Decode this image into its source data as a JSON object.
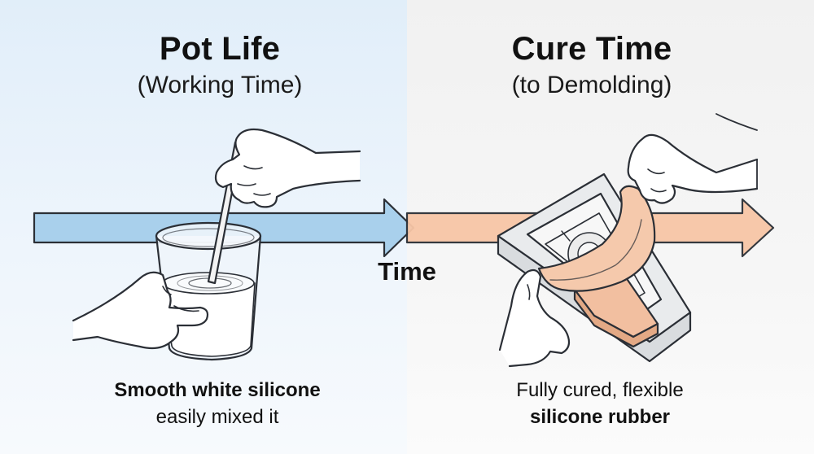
{
  "left": {
    "title": "Pot Life",
    "subtitle": "(Working Time)",
    "caption_line1": "Smooth white silicone",
    "caption_line2": "easily mixed it"
  },
  "right": {
    "title": "Cure Time",
    "subtitle": "(to Demolding)",
    "caption_line1": "Fully cured, flexible",
    "caption_line2": "silicone rubber"
  },
  "timeline": {
    "label": "Time"
  },
  "colors": {
    "left_panel": "#e4f0fa",
    "right_panel": "#f3f3f3",
    "left_arrow": "#a9d0ec",
    "right_arrow": "#f8c6a6",
    "outline": "#2b2f36",
    "silicone_rubber": "#f2bfa0"
  }
}
